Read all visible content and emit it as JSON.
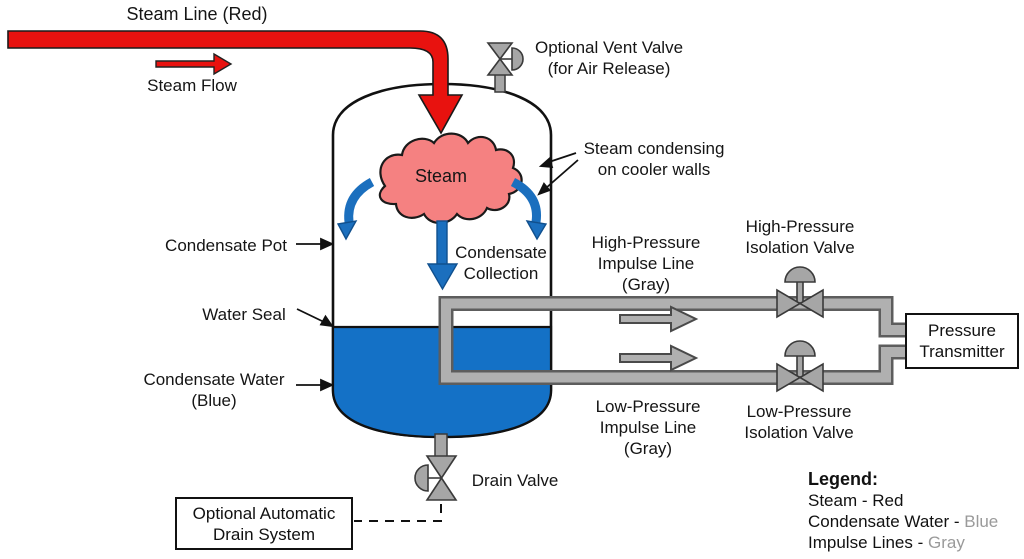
{
  "colors": {
    "steam_red": "#e8120f",
    "condensate_blue": "#1471c6",
    "impulse_gray": "#b0b0b0",
    "valve_gray": "#a6a6a6",
    "cloud_pink": "#f58181",
    "arrow_blue": "#1b6fbe"
  },
  "labels": {
    "steam_line_title": "Steam Line (Red)",
    "steam_flow": "Steam Flow",
    "vent_valve": {
      "l1": "Optional Vent Valve",
      "l2": "(for Air Release)"
    },
    "steam": "Steam",
    "steam_condensing": {
      "l1": "Steam condensing",
      "l2": "on cooler walls"
    },
    "condensate_pot": "Condensate Pot",
    "condensate_collection": {
      "l1": "Condensate",
      "l2": "Collection"
    },
    "water_seal": "Water Seal",
    "condensate_water": {
      "l1": "Condensate Water",
      "l2": "(Blue)"
    },
    "hp_impulse": {
      "l1": "High-Pressure",
      "l2": "Impulse Line",
      "l3": "(Gray)"
    },
    "lp_impulse": {
      "l1": "Low-Pressure",
      "l2": "Impulse Line",
      "l3": "(Gray)"
    },
    "hp_isolation": {
      "l1": "High-Pressure",
      "l2": "Isolation Valve"
    },
    "lp_isolation": {
      "l1": "Low-Pressure",
      "l2": "Isolation Valve"
    },
    "pressure_transmitter": {
      "l1": "Pressure",
      "l2": "Transmitter"
    },
    "drain_valve": "Drain Valve",
    "auto_drain": {
      "l1": "Optional Automatic",
      "l2": "Drain System"
    }
  },
  "legend": {
    "heading": "Legend:",
    "items": [
      {
        "prefix": "Steam - ",
        "value": "Red"
      },
      {
        "prefix": "Condensate Water - ",
        "value": "Blue"
      },
      {
        "prefix": "Impulse Lines - ",
        "value": "Gray"
      }
    ]
  }
}
